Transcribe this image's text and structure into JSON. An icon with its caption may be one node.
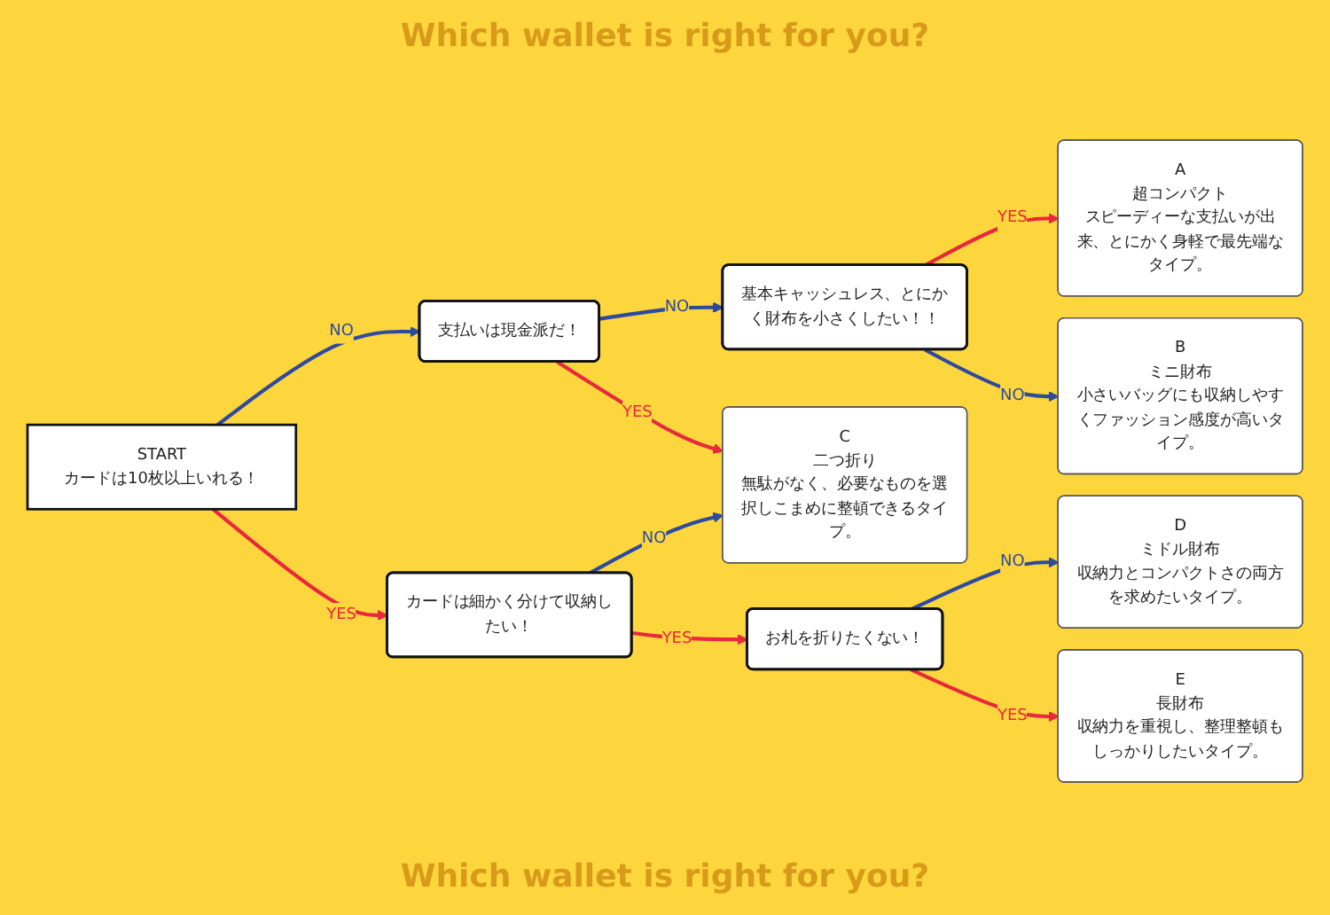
{
  "diagram": {
    "title": "Which wallet is right for you?",
    "nodes": [
      {
        "text": [
          "START",
          "カードは10枚以上いれる！"
        ]
      },
      {
        "text": [
          "支払いは現金派だ！"
        ]
      },
      {
        "text": [
          "カードは細かく分けて収納したい！"
        ]
      },
      {
        "text": [
          "基本キャッシュレス、とにかく財布を小さくしたい！！"
        ]
      },
      {
        "text": [
          "お札を折りたくない！"
        ]
      },
      {
        "text": [
          "A",
          "超コンパクト",
          "スピーディーな支払いが出来、とにかく身軽で最先端なタイプ。"
        ]
      },
      {
        "text": [
          "B",
          "ミニ財布",
          "小さいバッグにも収納しやすくファッション感度が高いタイプ。"
        ]
      },
      {
        "text": [
          "C",
          "二つ折り",
          "無駄がなく、必要なものを選択しこまめに整頓できるタイプ。"
        ]
      },
      {
        "text": [
          "D",
          "ミドル財布",
          "収納力とコンパクトさの両方を求めたいタイプ。"
        ]
      },
      {
        "text": [
          "E",
          "長財布",
          "収納力を重視し、整理整頓もしっかりしたいタイプ。"
        ]
      }
    ],
    "edges": [
      {
        "from": 0,
        "to": 1,
        "arrow": "to",
        "label": "NO",
        "color": "#2e4a9e"
      },
      {
        "from": 0,
        "to": 2,
        "arrow": "to",
        "label": "YES",
        "color": "#e8283c"
      },
      {
        "from": 1,
        "to": 3,
        "arrow": "to",
        "label": "NO",
        "color": "#2e4a9e"
      },
      {
        "from": 3,
        "to": 5,
        "arrow": "to",
        "label": "YES",
        "color": "#e8283c"
      },
      {
        "from": 3,
        "to": 6,
        "arrow": "to",
        "label": "NO",
        "color": "#2e4a9e"
      },
      {
        "from": 1,
        "to": 7,
        "arrow": "to",
        "label": "YES",
        "color": "#e8283c"
      },
      {
        "from": 2,
        "to": 7,
        "arrow": "to",
        "label": "NO",
        "color": "#2e4a9e"
      },
      {
        "from": 2,
        "to": 4,
        "arrow": "to",
        "label": "YES",
        "color": "#e8283c"
      },
      {
        "from": 4,
        "to": 8,
        "arrow": "to",
        "label": "NO",
        "color": "#2e4a9e"
      },
      {
        "from": 4,
        "to": 9,
        "arrow": "to",
        "label": "YES",
        "color": "#e8283c"
      }
    ],
    "labels": [
      "Which wallet is right for you?"
    ]
  }
}
